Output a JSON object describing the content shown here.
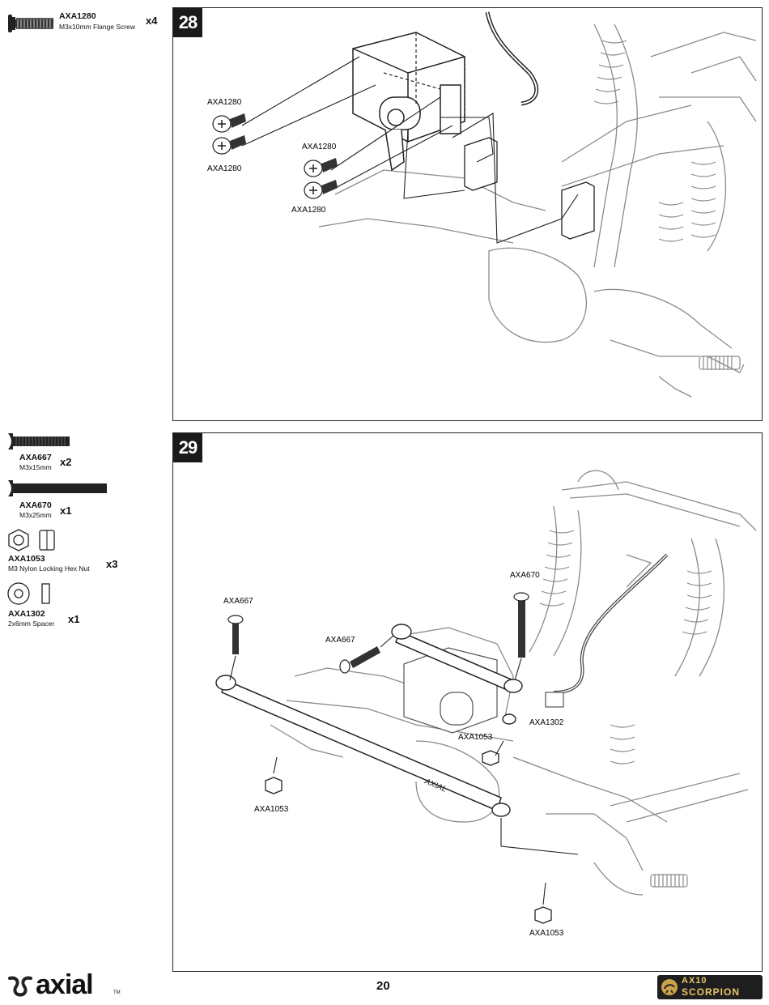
{
  "page_number": "20",
  "brand": {
    "logo_text": "axial",
    "tm": "TM",
    "product_logo_line1": "AX10",
    "product_logo_line2": "SCORPION"
  },
  "step28": {
    "number": "28",
    "parts": [
      {
        "code": "AXA1280",
        "desc": "M3x10mm Flange Screw",
        "qty": "x4"
      }
    ],
    "callouts": [
      "AXA1280",
      "AXA1280",
      "AXA1280",
      "AXA1280"
    ]
  },
  "step29": {
    "number": "29",
    "parts": [
      {
        "code": "AXA667",
        "desc": "M3x15mm",
        "qty": "x2"
      },
      {
        "code": "AXA670",
        "desc": "M3x25mm",
        "qty": "x1"
      },
      {
        "code": "AXA1053",
        "desc": "M3 Nylon Locking Hex Nut",
        "qty": "x3"
      },
      {
        "code": "AXA1302",
        "desc": "2x6mm Spacer",
        "qty": "x1"
      }
    ],
    "callouts": {
      "axa667_left": "AXA667",
      "axa667_mid": "AXA667",
      "axa670": "AXA670",
      "axa1302": "AXA1302",
      "axa1053_mid": "AXA1053",
      "axa1053_left": "AXA1053",
      "axa1053_bottom": "AXA1053"
    }
  },
  "colors": {
    "badge": "#1a1a1a",
    "line": "#222222",
    "light_line": "#8a8a8a"
  }
}
